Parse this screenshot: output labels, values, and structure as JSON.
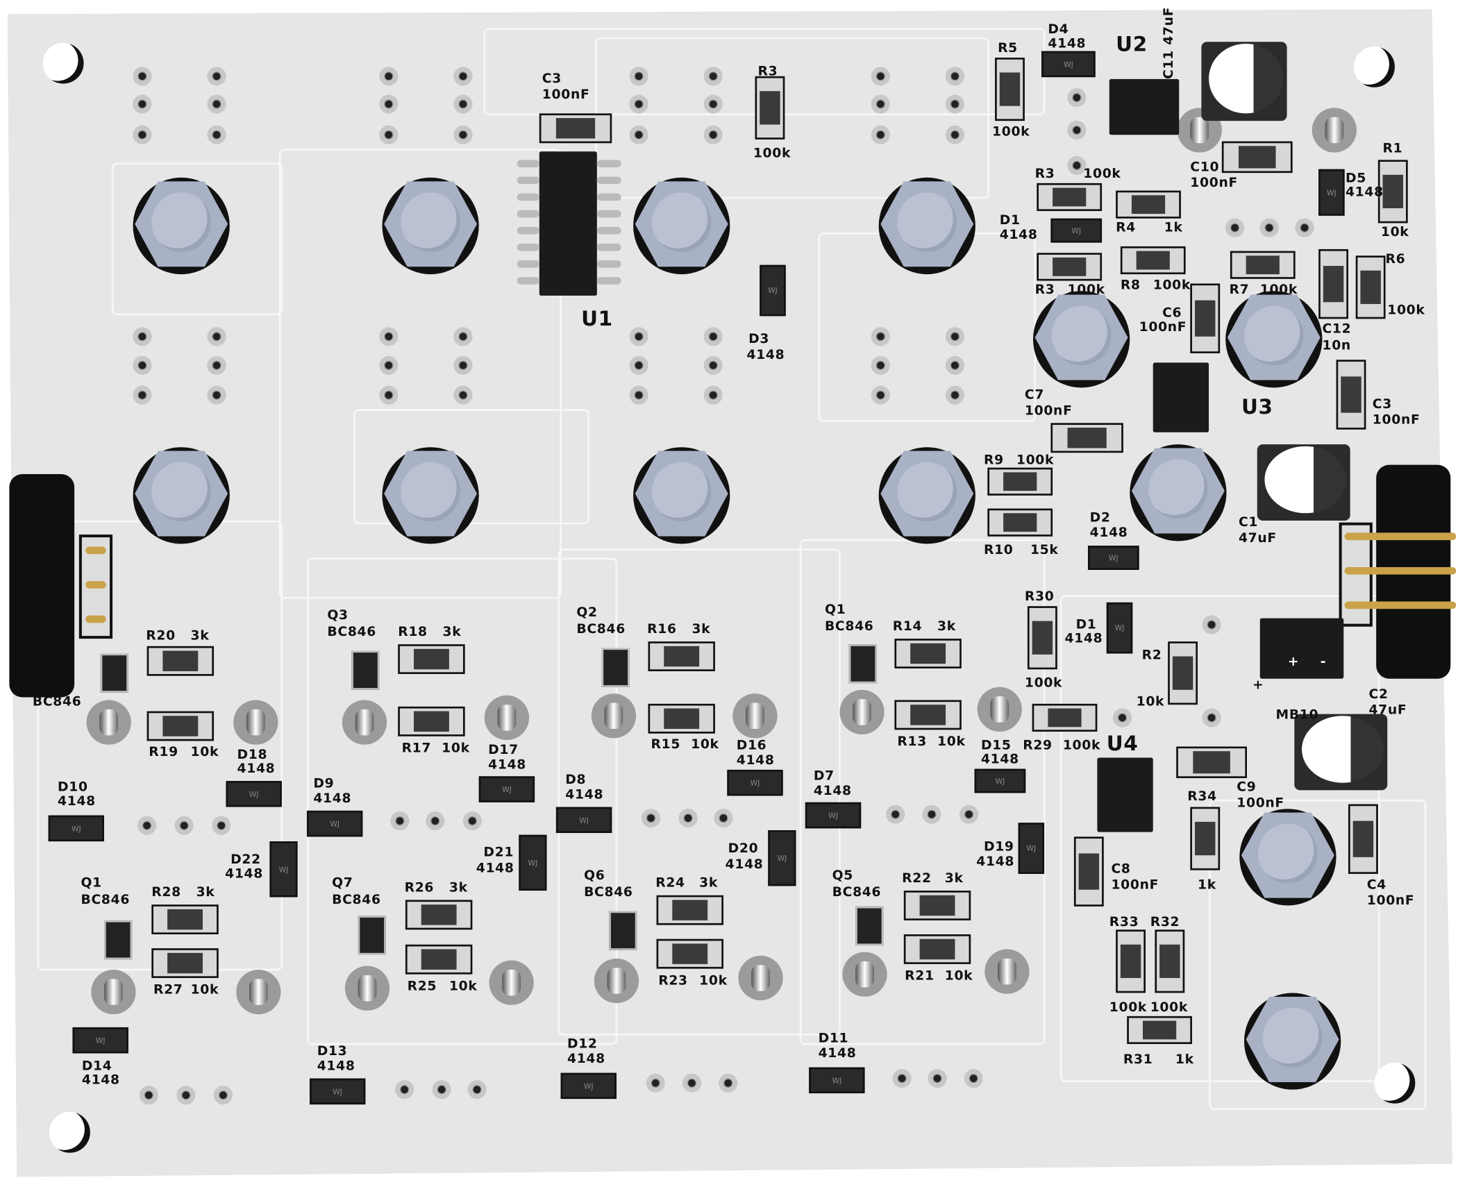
{
  "board": {
    "colors": {
      "board": "#e6e6e6",
      "silkscreen": "#111111",
      "pot": "#a9b1c4",
      "pin_gold": "#c9a24a"
    },
    "silkscreen_labels": [
      "C3",
      "100nF",
      "R3",
      "100k",
      "U1",
      "D3",
      "4148",
      "R5",
      "100k",
      "D4",
      "4148",
      "U2",
      "C11 47uF",
      "R3",
      "100k",
      "C10",
      "100nF",
      "D1",
      "4148",
      "R4",
      "1k",
      "D5",
      "4148",
      "R1",
      "10k",
      "R6",
      "100k",
      "R3",
      "100k",
      "R8",
      "100k",
      "R7",
      "100k",
      "C6",
      "100nF",
      "C12",
      "10n",
      "C7",
      "100nF",
      "U3",
      "C3",
      "100nF",
      "R9",
      "100k",
      "R10",
      "15k",
      "D2",
      "4148",
      "C1",
      "47uF",
      "R30",
      "100k",
      "D1",
      "4148",
      "R2",
      "10k",
      "C2",
      "47uF",
      "MB10",
      "U4",
      "R29",
      "100k",
      "C9",
      "100nF",
      "R34",
      "1k",
      "C8",
      "100nF",
      "C4",
      "100nF",
      "R33",
      "R32",
      "100k",
      "100k",
      "R31",
      "1k",
      "D15",
      "4148",
      "D19",
      "4148",
      "R20",
      "3k",
      "BC846",
      "R19",
      "10k",
      "Q3",
      "BC846",
      "R18",
      "3k",
      "R17",
      "10k",
      "Q2",
      "BC846",
      "R16",
      "3k",
      "R15",
      "10k",
      "Q1",
      "BC846",
      "R14",
      "3k",
      "R13",
      "10k",
      "D18",
      "4148",
      "D17",
      "4148",
      "D16",
      "4148",
      "D10",
      "4148",
      "D9",
      "4148",
      "D8",
      "4148",
      "D7",
      "4148",
      "D22",
      "4148",
      "D21",
      "4148",
      "D20",
      "4148",
      "Q1",
      "BC846",
      "R28",
      "3k",
      "R27",
      "10k",
      "Q7",
      "BC846",
      "R26",
      "3k",
      "R25",
      "10k",
      "Q6",
      "BC846",
      "R24",
      "3k",
      "R23",
      "10k",
      "Q5",
      "BC846",
      "R22",
      "3k",
      "R21",
      "10k",
      "D14",
      "4148",
      "D13",
      "4148",
      "D12",
      "4148",
      "D11",
      "4148"
    ],
    "diode_marking": "WJ",
    "bridge_marks": [
      "+",
      "-",
      "+"
    ]
  }
}
